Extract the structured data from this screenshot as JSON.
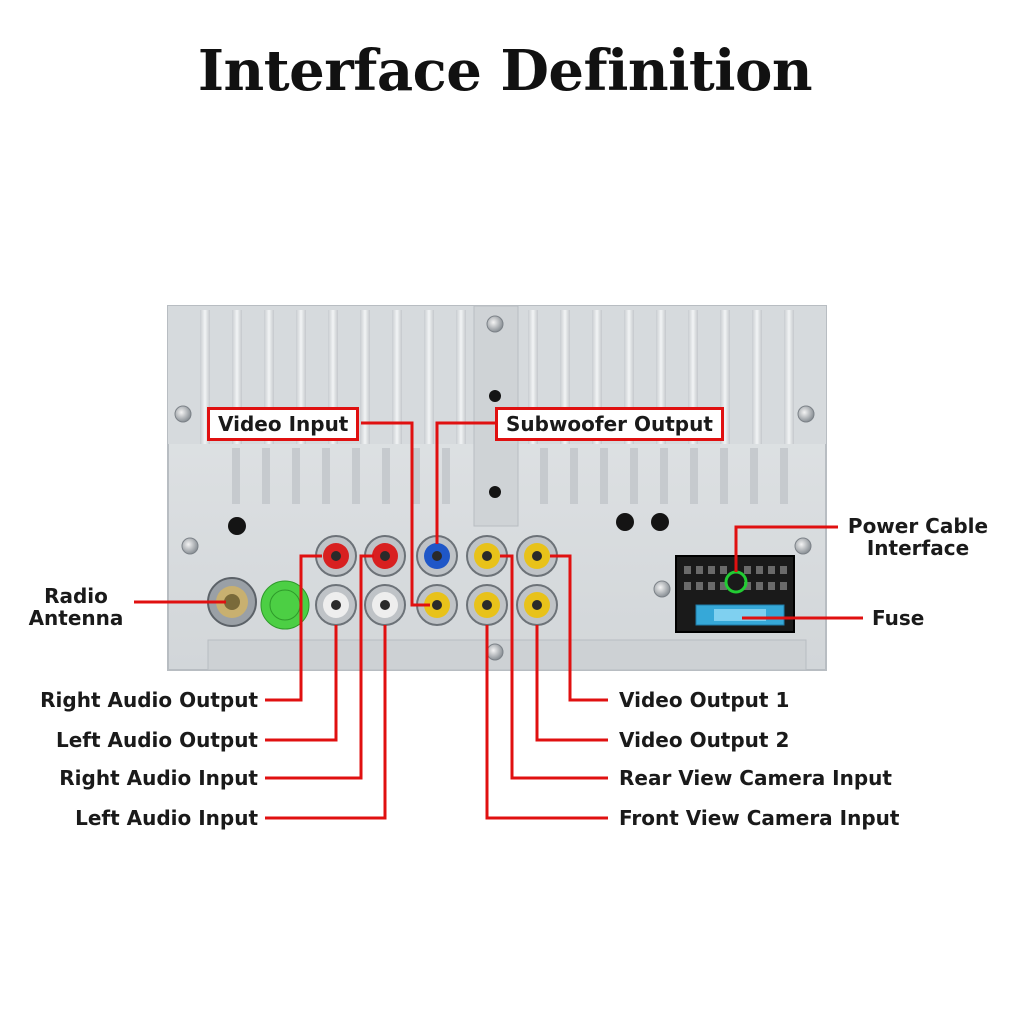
{
  "title": "Interface Definition",
  "labels": {
    "video_input": "Video Input",
    "subwoofer_output": "Subwoofer Output",
    "power_cable_interface_line1": "Power Cable",
    "power_cable_interface_line2": "Interface",
    "fuse": "Fuse",
    "radio_antenna_line1": "Radio",
    "radio_antenna_line2": "Antenna",
    "right_audio_output": "Right Audio Output",
    "left_audio_output": "Left Audio Output",
    "right_audio_input": "Right Audio Input",
    "left_audio_input": "Left Audio Input",
    "video_output_1": "Video Output 1",
    "video_output_2": "Video Output 2",
    "rear_view_camera_input": "Rear View Camera Input",
    "front_view_camera_input": "Front View Camera Input"
  },
  "colors": {
    "leader_line": "#e01010",
    "chassis": "#dcdfe1",
    "rca_red": "#d82020",
    "rca_white": "#e8e8e8",
    "rca_blue": "#1f57c8",
    "rca_yellow": "#e8c21a",
    "highlight_ring": "#22cc33",
    "fuse": "#36a8d8",
    "sticker": "#44cc44"
  }
}
